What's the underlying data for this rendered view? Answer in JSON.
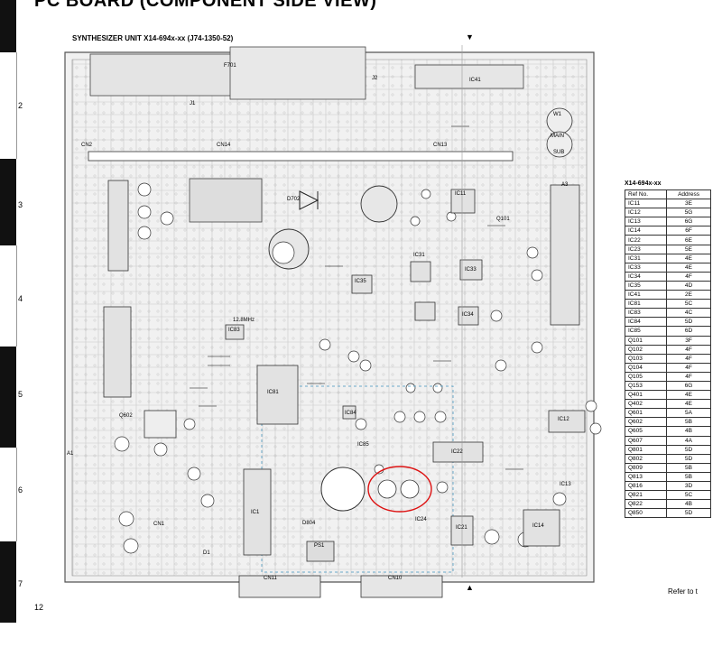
{
  "page": {
    "title": "PC BOARD (COMPONENT SIDE VIEW)",
    "unit_label": "SYNTHESIZER UNIT  X14-694x-xx (J74-1350-52)",
    "page_number": "12",
    "refer_text": "Refer to t",
    "ruler_numbers": [
      "2",
      "3",
      "4",
      "5",
      "6",
      "7"
    ],
    "marker_top": "▼",
    "marker_bottom": "▲"
  },
  "ref_table": {
    "model": "X14-694x-xx",
    "headers": [
      "Ref No.",
      "Address"
    ],
    "rows": [
      [
        "IC11",
        "3E"
      ],
      [
        "IC12",
        "5G"
      ],
      [
        "IC13",
        "6G"
      ],
      [
        "IC14",
        "6F"
      ],
      [
        "IC22",
        "6E"
      ],
      [
        "IC23",
        "5E"
      ],
      [
        "IC31",
        "4E"
      ],
      [
        "IC33",
        "4E"
      ],
      [
        "IC34",
        "4F"
      ],
      [
        "IC35",
        "4D"
      ],
      [
        "IC41",
        "2E"
      ],
      [
        "IC81",
        "5C"
      ],
      [
        "IC83",
        "4C"
      ],
      [
        "IC84",
        "5D"
      ],
      [
        "IC85",
        "6D"
      ],
      [
        "Q101",
        "3F"
      ],
      [
        "Q102",
        "4F"
      ],
      [
        "Q103",
        "4F"
      ],
      [
        "Q104",
        "4F"
      ],
      [
        "Q105",
        "4F"
      ],
      [
        "Q153",
        "6G"
      ],
      [
        "Q401",
        "4E"
      ],
      [
        "Q402",
        "4E"
      ],
      [
        "Q601",
        "5A"
      ],
      [
        "Q602",
        "5B"
      ],
      [
        "Q605",
        "4B"
      ],
      [
        "Q607",
        "4A"
      ],
      [
        "Q801",
        "5D"
      ],
      [
        "Q802",
        "5D"
      ],
      [
        "Q809",
        "5B"
      ],
      [
        "Q813",
        "5B"
      ],
      [
        "Q816",
        "3D"
      ],
      [
        "Q821",
        "5C"
      ],
      [
        "Q822",
        "4B"
      ],
      [
        "Q850",
        "5D"
      ]
    ]
  },
  "board_labels": {
    "cn1": "CN1",
    "cn2": "CN2",
    "cn10": "CN10",
    "cn11": "CN11",
    "cn13": "CN13",
    "cn14": "CN14",
    "j1": "J1",
    "j2": "J2",
    "ic1": "IC1",
    "ic12": "IC12",
    "ic13": "IC13",
    "ic14": "IC14",
    "ic21": "IC21",
    "ic22": "IC22",
    "ic24": "IC24",
    "ic31": "IC31",
    "ic33": "IC33",
    "ic34": "IC34",
    "ic35": "IC35",
    "ic41": "IC41",
    "ic81": "IC81",
    "ic83": "IC83",
    "ic84": "IC84",
    "ic85": "IC85",
    "ic11": "IC11",
    "d702": "D702",
    "d804": "D804",
    "d1": "D1",
    "a1": "A1",
    "a3": "A3",
    "ps1": "PS1",
    "f701": "F701",
    "main": "MAIN",
    "w1": "W1",
    "sub": "SUB",
    "q602": "Q602",
    "q101": "Q101",
    "x1": "12.8MHz"
  }
}
